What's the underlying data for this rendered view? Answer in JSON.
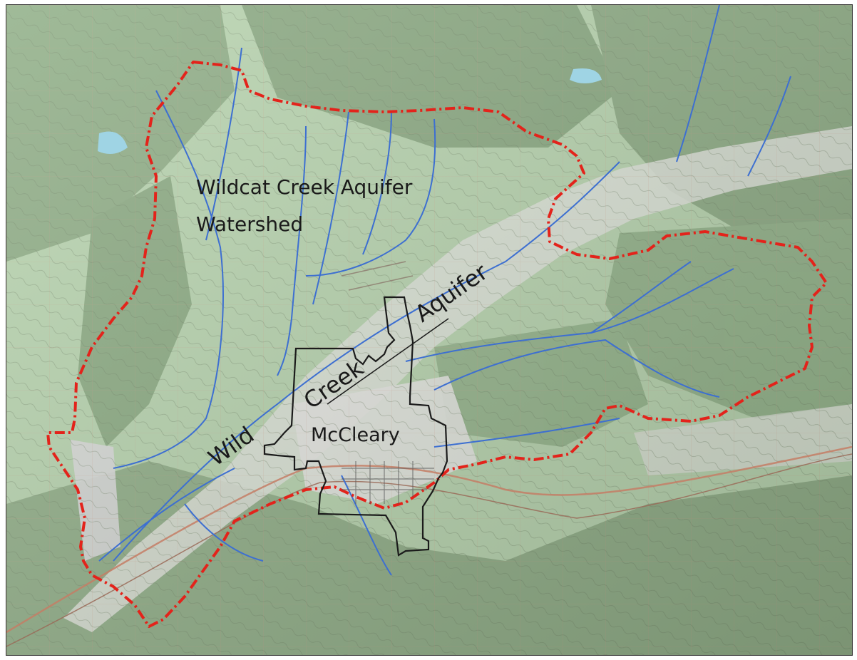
{
  "map": {
    "labels": {
      "watershed_line1": "Wildcat Creek Aquifer",
      "watershed_line2": "Watershed",
      "town": "McCleary",
      "aquifer_word1": "Wild",
      "aquifer_word2": "Creek",
      "aquifer_word3": "Aquifer"
    },
    "colors": {
      "terrain_base": "#b9d6b1",
      "terrain_light": "#e2e6e0",
      "forest_green": "#9dc79a",
      "stream_blue": "#3d6fd1",
      "watershed_boundary": "#e3231b",
      "city_boundary": "#1b1b1b",
      "contour": "#8b7a5e",
      "road": "#c8876c"
    }
  }
}
